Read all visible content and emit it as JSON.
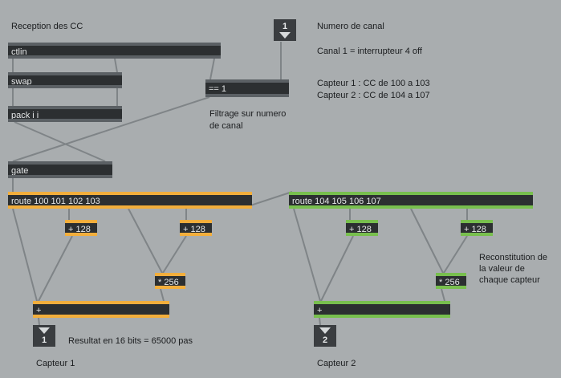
{
  "comments": {
    "reception": "Reception des CC",
    "numero_canal": "Numero de canal",
    "canal1": "Canal 1 = interrupteur 4 off",
    "capteur1_cc": "Capteur 1 : CC de 100 a 103",
    "capteur2_cc": "Capteur 2 : CC de 104 a 107",
    "filtrage_line1": "Filtrage sur numero",
    "filtrage_line2": "de canal",
    "reconst_line1": "Reconstitution de",
    "reconst_line2": "la valeur de",
    "reconst_line3": "chaque capteur",
    "resultat": "Resultat en 16 bits = 65000 pas",
    "capteur1": "Capteur 1",
    "capteur2": "Capteur 2"
  },
  "objects": {
    "ctlin": "ctlin",
    "swap": "swap",
    "pack": "pack i i",
    "eq1": "== 1",
    "gate": "gate",
    "route1": "route 100 101 102 103",
    "route2": "route 104 105 106 107",
    "plus128_a": "+ 128",
    "plus128_b": "+ 128",
    "plus128_c": "+ 128",
    "plus128_d": "+ 128",
    "mul256_a": "* 256",
    "mul256_b": "* 256",
    "add_a": "+",
    "add_b": "+"
  },
  "numboxes": {
    "channel": "1",
    "out1": "1",
    "out2": "2"
  },
  "colors": {
    "background": "#a9adaf",
    "object": "#2c2f31",
    "capteur1_accent": "#f2ae3c",
    "capteur2_accent": "#78bf4e"
  }
}
